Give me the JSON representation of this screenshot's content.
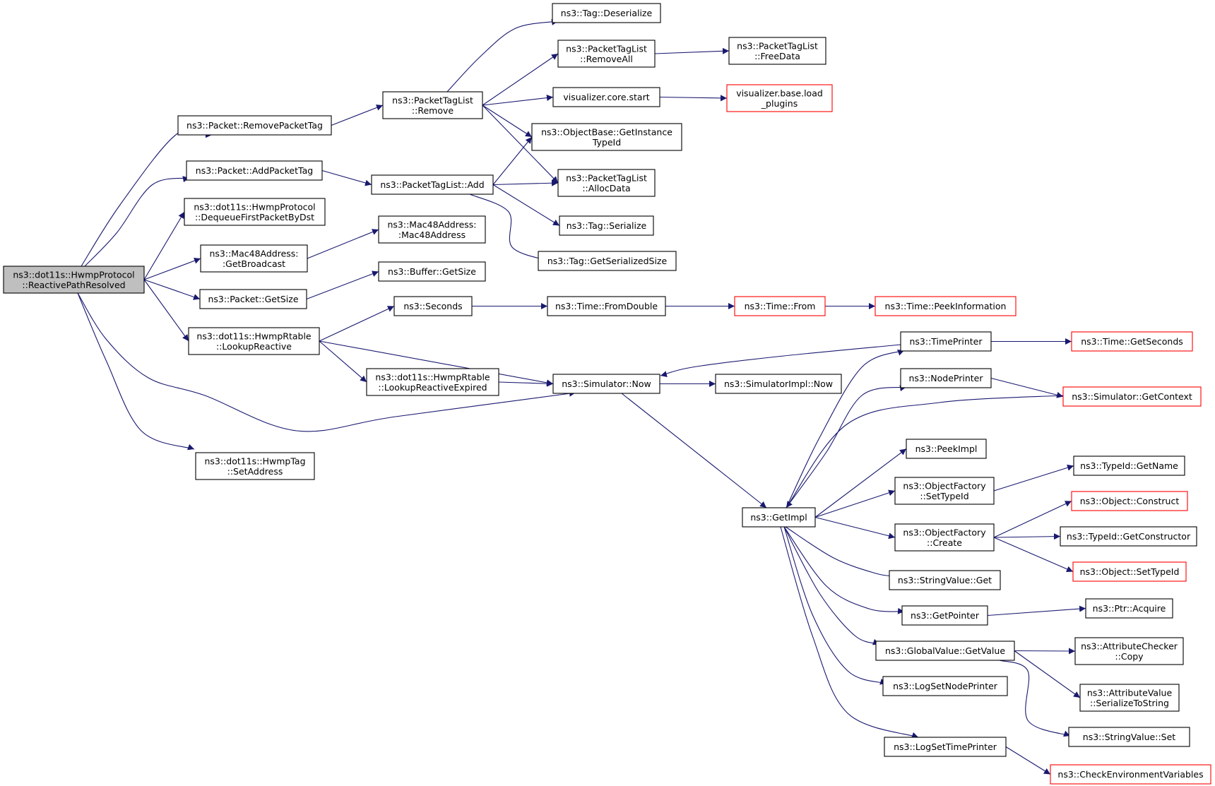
{
  "graph": {
    "type": "call-graph",
    "edge_color": "#191970",
    "truncated_border_color": "#ff0000",
    "root_fill_color": "#bfbfbf",
    "nodes": [
      {
        "id": "root",
        "lines": [
          "ns3::dot11s::HwmpProtocol",
          "::ReactivePathResolved"
        ],
        "root": true
      },
      {
        "id": "removePacketTag",
        "lines": [
          "ns3::Packet::RemovePacketTag"
        ]
      },
      {
        "id": "addPacketTag",
        "lines": [
          "ns3::Packet::AddPacketTag"
        ]
      },
      {
        "id": "dequeueFirst",
        "lines": [
          "ns3::dot11s::HwmpProtocol",
          "::DequeueFirstPacketByDst"
        ]
      },
      {
        "id": "getBroadcast",
        "lines": [
          "ns3::Mac48Address:",
          ":GetBroadcast"
        ]
      },
      {
        "id": "packetGetSize",
        "lines": [
          "ns3::Packet::GetSize"
        ]
      },
      {
        "id": "lookupReactive",
        "lines": [
          "ns3::dot11s::HwmpRtable",
          "::LookupReactive"
        ]
      },
      {
        "id": "hwmpTagSetAddress",
        "lines": [
          "ns3::dot11s::HwmpTag",
          "::SetAddress"
        ]
      },
      {
        "id": "ptlRemove",
        "lines": [
          "ns3::PacketTagList",
          "::Remove"
        ]
      },
      {
        "id": "ptlAdd",
        "lines": [
          "ns3::PacketTagList::Add"
        ]
      },
      {
        "id": "mac48Ctor",
        "lines": [
          "ns3::Mac48Address:",
          ":Mac48Address"
        ]
      },
      {
        "id": "bufferGetSize",
        "lines": [
          "ns3::Buffer::GetSize"
        ]
      },
      {
        "id": "seconds",
        "lines": [
          "ns3::Seconds"
        ]
      },
      {
        "id": "lookupReactiveExpired",
        "lines": [
          "ns3::dot11s::HwmpRtable",
          "::LookupReactiveExpired"
        ]
      },
      {
        "id": "simNow",
        "lines": [
          "ns3::Simulator::Now"
        ]
      },
      {
        "id": "tagDeserialize",
        "lines": [
          "ns3::Tag::Deserialize"
        ]
      },
      {
        "id": "ptlRemoveAll",
        "lines": [
          "ns3::PacketTagList",
          "::RemoveAll"
        ]
      },
      {
        "id": "vizCoreStart",
        "lines": [
          "visualizer.core.start"
        ]
      },
      {
        "id": "getInstanceTypeId",
        "lines": [
          "ns3::ObjectBase::GetInstance",
          "TypeId"
        ]
      },
      {
        "id": "ptlAllocData",
        "lines": [
          "ns3::PacketTagList",
          "::AllocData"
        ]
      },
      {
        "id": "tagSerialize",
        "lines": [
          "ns3::Tag::Serialize"
        ]
      },
      {
        "id": "tagGetSerializedSize",
        "lines": [
          "ns3::Tag::GetSerializedSize"
        ]
      },
      {
        "id": "timeFromDouble",
        "lines": [
          "ns3::Time::FromDouble"
        ]
      },
      {
        "id": "simImplNow",
        "lines": [
          "ns3::SimulatorImpl::Now"
        ]
      },
      {
        "id": "ptlFreeData",
        "lines": [
          "ns3::PacketTagList",
          "::FreeData"
        ]
      },
      {
        "id": "vizLoadPlugins",
        "lines": [
          "visualizer.base.load",
          "_plugins"
        ],
        "truncated": true
      },
      {
        "id": "timeFrom",
        "lines": [
          "ns3::Time::From"
        ],
        "truncated": true
      },
      {
        "id": "timePeekInfo",
        "lines": [
          "ns3::Time::PeekInformation"
        ],
        "truncated": true
      },
      {
        "id": "getImpl",
        "lines": [
          "ns3::GetImpl"
        ]
      },
      {
        "id": "timePrinter",
        "lines": [
          "ns3::TimePrinter"
        ]
      },
      {
        "id": "nodePrinter",
        "lines": [
          "ns3::NodePrinter"
        ]
      },
      {
        "id": "peekImpl",
        "lines": [
          "ns3::PeekImpl"
        ]
      },
      {
        "id": "ofSetTypeId",
        "lines": [
          "ns3::ObjectFactory",
          "::SetTypeId"
        ]
      },
      {
        "id": "ofCreate",
        "lines": [
          "ns3::ObjectFactory",
          "::Create"
        ]
      },
      {
        "id": "stringValueGet",
        "lines": [
          "ns3::StringValue::Get"
        ]
      },
      {
        "id": "getPointer",
        "lines": [
          "ns3::GetPointer"
        ]
      },
      {
        "id": "globalValueGetValue",
        "lines": [
          "ns3::GlobalValue::GetValue"
        ]
      },
      {
        "id": "logSetNodePrinter",
        "lines": [
          "ns3::LogSetNodePrinter"
        ]
      },
      {
        "id": "logSetTimePrinter",
        "lines": [
          "ns3::LogSetTimePrinter"
        ]
      },
      {
        "id": "timeGetSeconds",
        "lines": [
          "ns3::Time::GetSeconds"
        ],
        "truncated": true
      },
      {
        "id": "simGetContext",
        "lines": [
          "ns3::Simulator::GetContext"
        ],
        "truncated": true
      },
      {
        "id": "typeIdGetName",
        "lines": [
          "ns3::TypeId::GetName"
        ]
      },
      {
        "id": "objectConstruct",
        "lines": [
          "ns3::Object::Construct"
        ],
        "truncated": true
      },
      {
        "id": "typeIdGetConstructor",
        "lines": [
          "ns3::TypeId::GetConstructor"
        ]
      },
      {
        "id": "objectSetTypeId",
        "lines": [
          "ns3::Object::SetTypeId"
        ],
        "truncated": true
      },
      {
        "id": "ptrAcquire",
        "lines": [
          "ns3::Ptr::Acquire"
        ]
      },
      {
        "id": "attrCheckerCopy",
        "lines": [
          "ns3::AttributeChecker",
          "::Copy"
        ]
      },
      {
        "id": "attrValueSerialize",
        "lines": [
          "ns3::AttributeValue",
          "::SerializeToString"
        ]
      },
      {
        "id": "stringValueSet",
        "lines": [
          "ns3::StringValue::Set"
        ]
      },
      {
        "id": "checkEnvVars",
        "lines": [
          "ns3::CheckEnvironmentVariables"
        ],
        "truncated": true
      }
    ],
    "edges": [
      [
        "root",
        "removePacketTag"
      ],
      [
        "root",
        "addPacketTag"
      ],
      [
        "root",
        "dequeueFirst"
      ],
      [
        "root",
        "getBroadcast"
      ],
      [
        "root",
        "packetGetSize"
      ],
      [
        "root",
        "lookupReactive"
      ],
      [
        "root",
        "simNow"
      ],
      [
        "root",
        "hwmpTagSetAddress"
      ],
      [
        "removePacketTag",
        "ptlRemove"
      ],
      [
        "addPacketTag",
        "ptlAdd"
      ],
      [
        "getBroadcast",
        "mac48Ctor"
      ],
      [
        "packetGetSize",
        "bufferGetSize"
      ],
      [
        "lookupReactive",
        "seconds"
      ],
      [
        "lookupReactive",
        "simNow"
      ],
      [
        "lookupReactive",
        "lookupReactiveExpired"
      ],
      [
        "lookupReactiveExpired",
        "simNow"
      ],
      [
        "ptlRemove",
        "tagDeserialize"
      ],
      [
        "ptlRemove",
        "ptlRemoveAll"
      ],
      [
        "ptlRemove",
        "vizCoreStart"
      ],
      [
        "ptlRemove",
        "getInstanceTypeId"
      ],
      [
        "ptlRemove",
        "ptlAllocData"
      ],
      [
        "ptlRemoveAll",
        "ptlFreeData"
      ],
      [
        "vizCoreStart",
        "vizLoadPlugins"
      ],
      [
        "ptlAdd",
        "getInstanceTypeId"
      ],
      [
        "ptlAdd",
        "ptlAllocData"
      ],
      [
        "ptlAdd",
        "tagSerialize"
      ],
      [
        "ptlAdd",
        "tagGetSerializedSize"
      ],
      [
        "seconds",
        "timeFromDouble"
      ],
      [
        "timeFromDouble",
        "timeFrom"
      ],
      [
        "timeFrom",
        "timePeekInfo"
      ],
      [
        "simNow",
        "simImplNow"
      ],
      [
        "simNow",
        "getImpl"
      ],
      [
        "timePrinter",
        "simNow"
      ],
      [
        "timePrinter",
        "timeGetSeconds"
      ],
      [
        "nodePrinter",
        "simGetContext"
      ],
      [
        "simGetContext",
        "getImpl"
      ],
      [
        "getImpl",
        "timePrinter"
      ],
      [
        "getImpl",
        "nodePrinter"
      ],
      [
        "getImpl",
        "peekImpl"
      ],
      [
        "getImpl",
        "ofSetTypeId"
      ],
      [
        "getImpl",
        "ofCreate"
      ],
      [
        "getImpl",
        "stringValueGet"
      ],
      [
        "getImpl",
        "getPointer"
      ],
      [
        "getImpl",
        "globalValueGetValue"
      ],
      [
        "getImpl",
        "logSetNodePrinter"
      ],
      [
        "getImpl",
        "logSetTimePrinter"
      ],
      [
        "ofSetTypeId",
        "typeIdGetName"
      ],
      [
        "ofCreate",
        "objectConstruct"
      ],
      [
        "ofCreate",
        "typeIdGetConstructor"
      ],
      [
        "ofCreate",
        "objectSetTypeId"
      ],
      [
        "getPointer",
        "ptrAcquire"
      ],
      [
        "globalValueGetValue",
        "attrCheckerCopy"
      ],
      [
        "globalValueGetValue",
        "attrValueSerialize"
      ],
      [
        "globalValueGetValue",
        "stringValueSet"
      ],
      [
        "logSetTimePrinter",
        "checkEnvVars"
      ]
    ]
  }
}
